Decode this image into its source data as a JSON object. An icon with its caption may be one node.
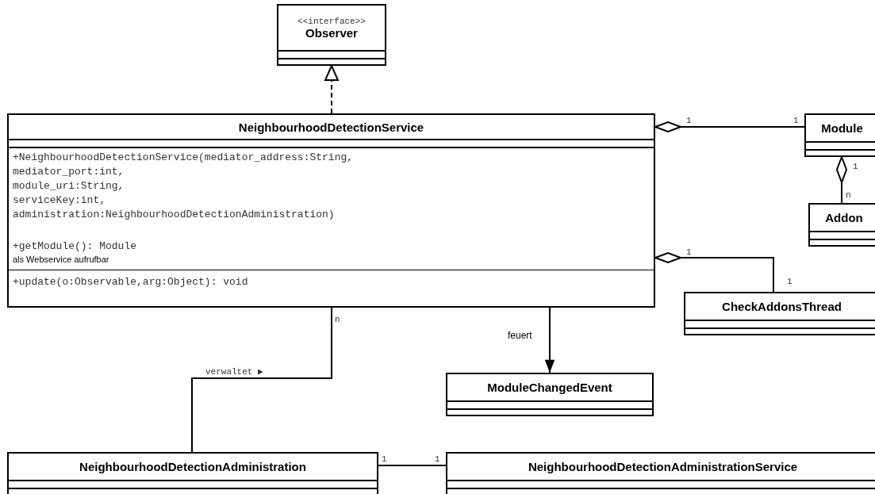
{
  "diagram": {
    "nodes": [
      {
        "text": [
          "<<interface>>",
          "Observer"
        ]
      },
      {
        "text": [
          "NeighbourhoodDetectionService",
          "+NeighbourhoodDetectionService(mediator_address:String, mediator_port:int, module_uri:String, serviceKey:int, administration:NeighbourhoodDetectionAdministration)",
          "+getModule(): Module",
          "als Webservice aufrufbar",
          "+update(o:Observable,arg:Object): void"
        ]
      },
      {
        "text": [
          "Module"
        ]
      },
      {
        "text": [
          "Addon"
        ]
      },
      {
        "text": [
          "CheckAddonsThread"
        ]
      },
      {
        "text": [
          "ModuleChangedEvent"
        ]
      },
      {
        "text": [
          "NeighbourhoodDetectionAdministration"
        ]
      },
      {
        "text": [
          "NeighbourhoodDetectionAdministrationService"
        ]
      }
    ],
    "edges": [
      {
        "from": 1,
        "to": 0,
        "arrow": "to",
        "style": "dashed"
      },
      {
        "from": 1,
        "to": 2,
        "arrow": "other"
      },
      {
        "from": 2,
        "to": 3,
        "arrow": "other"
      },
      {
        "from": 1,
        "to": 4,
        "arrow": "other"
      },
      {
        "from": 1,
        "to": 5,
        "arrow": "to",
        "label": "feuert"
      },
      {
        "from": 6,
        "to": 1,
        "arrow": "none",
        "label": "verwaltet ▶"
      },
      {
        "from": 6,
        "to": 7,
        "arrow": "none"
      }
    ],
    "labels": [
      "1",
      "1",
      "1",
      "n",
      "1",
      "1",
      "n",
      "1",
      "1"
    ]
  }
}
